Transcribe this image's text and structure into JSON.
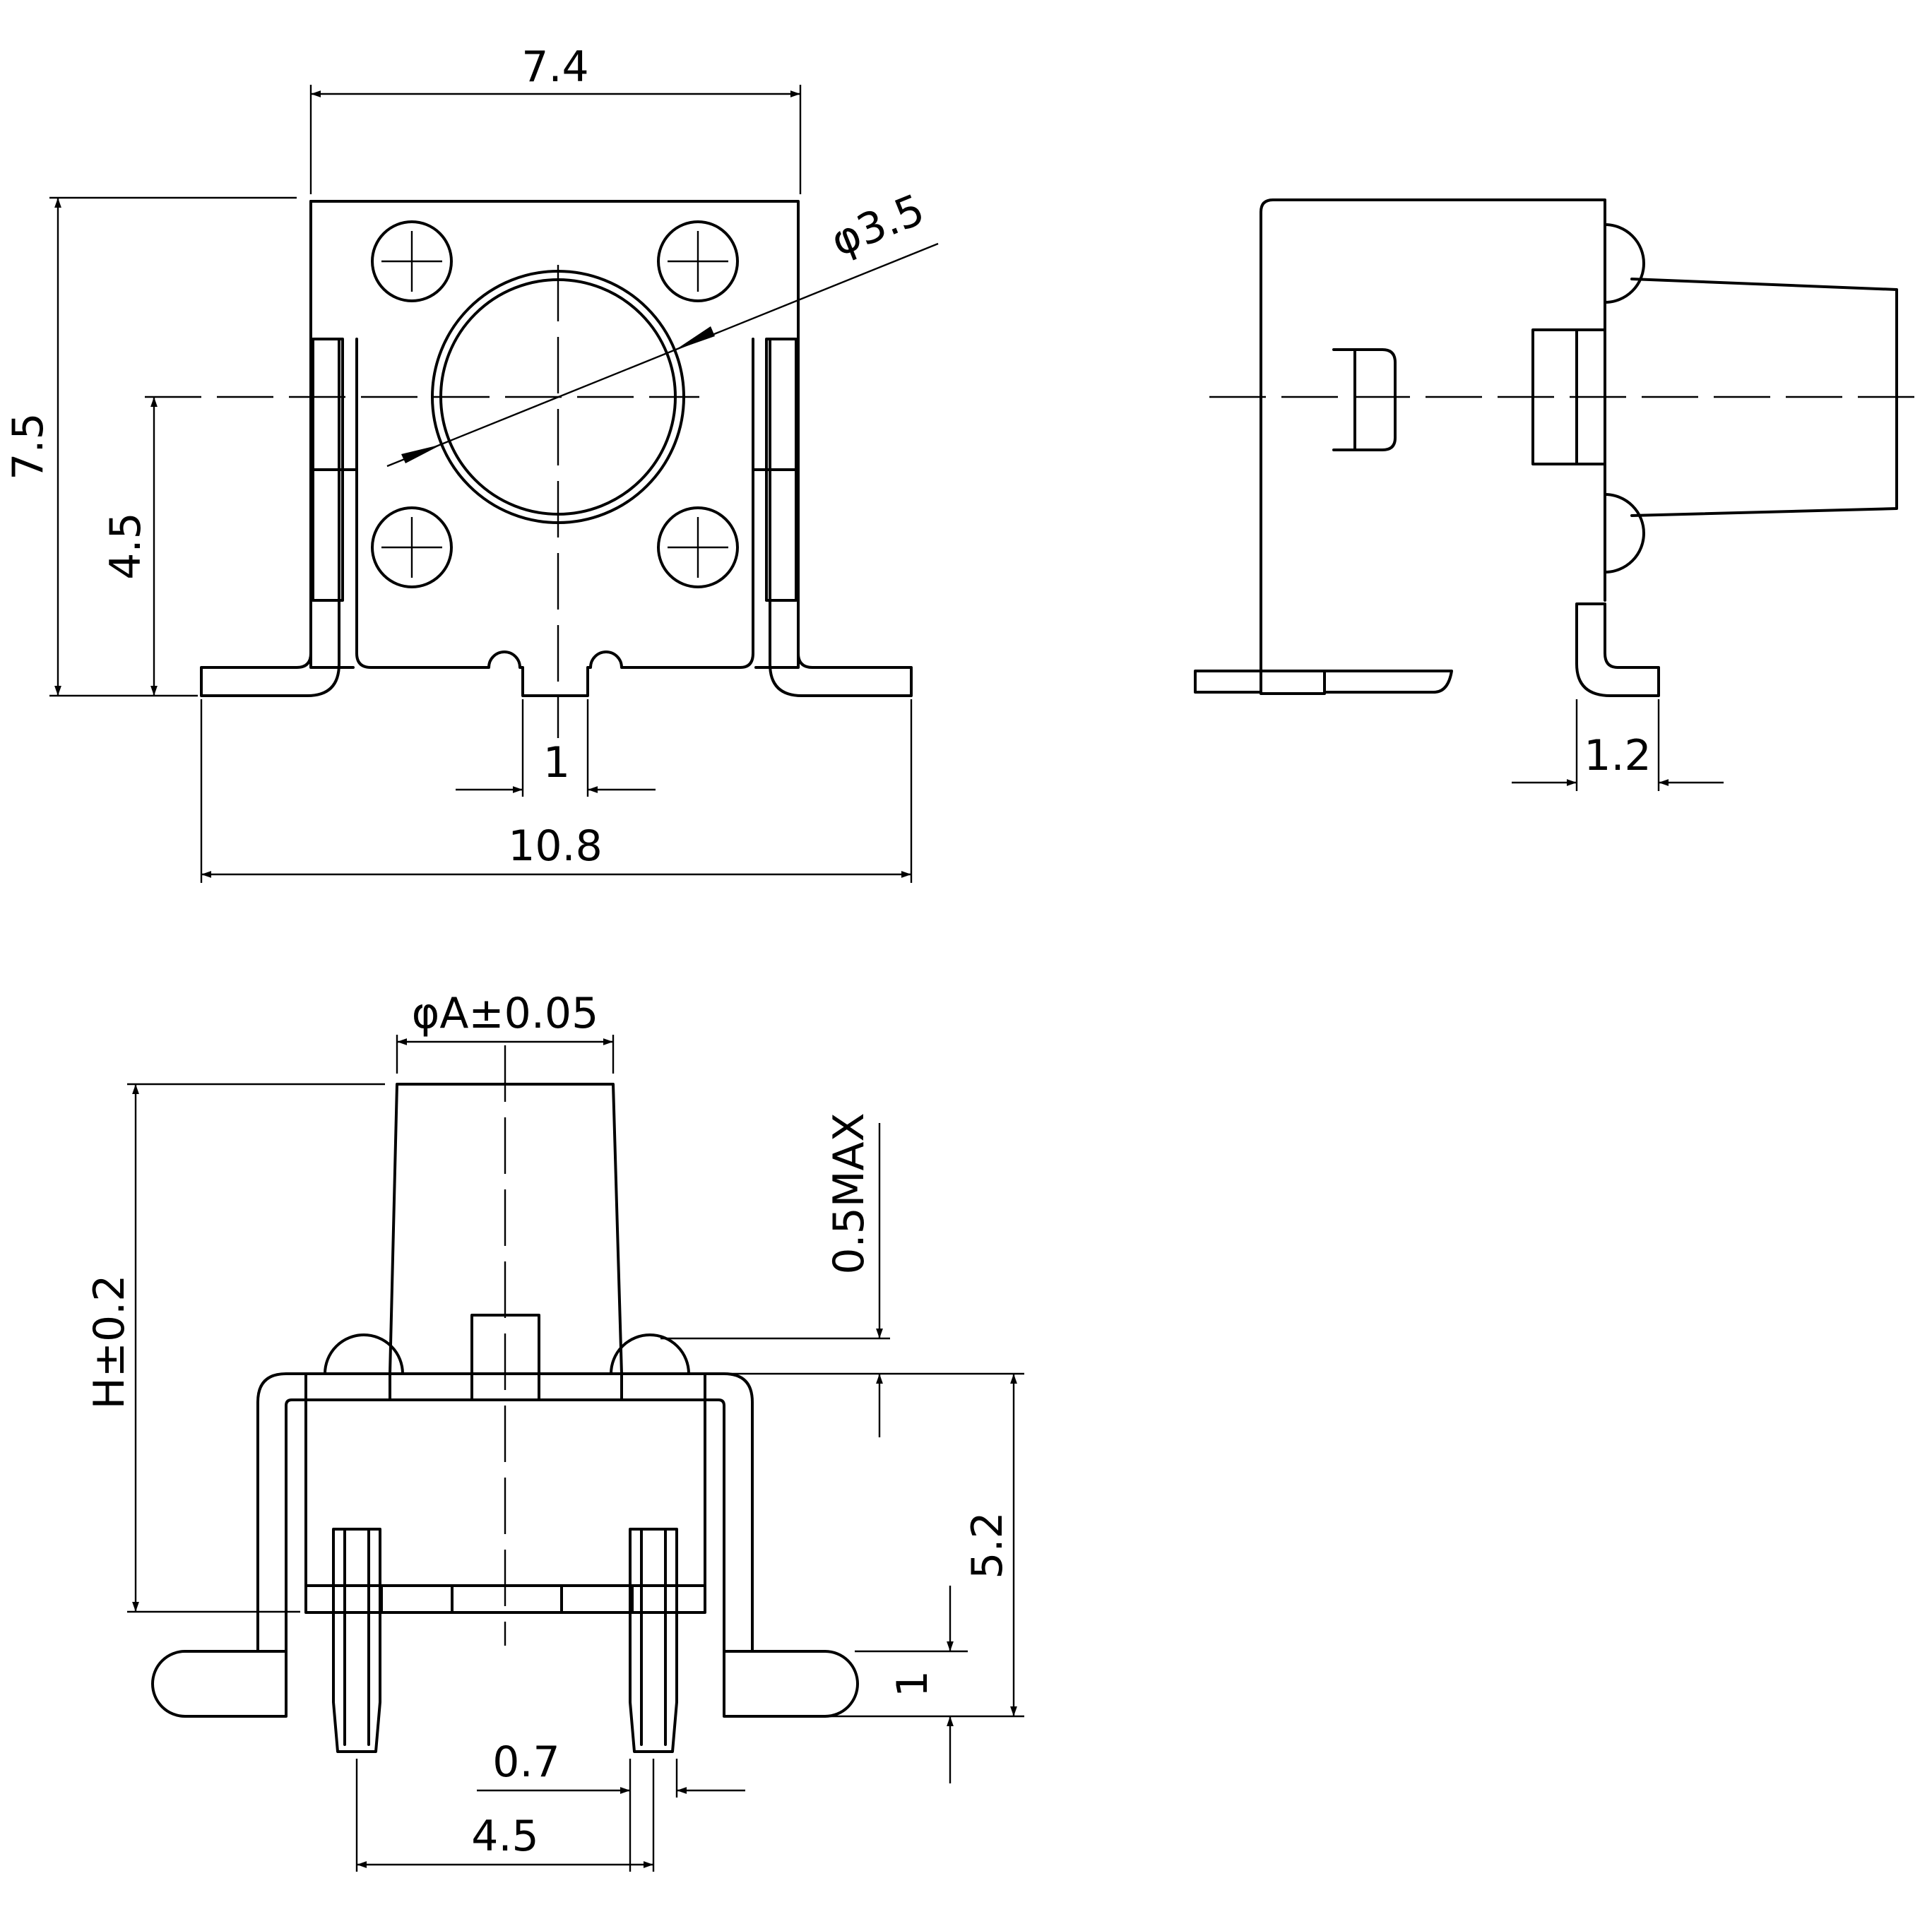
{
  "dimensions": {
    "top_width": "7.4",
    "height_overall": "7.5",
    "height_center": "4.5",
    "circle_dia": "φ3.5",
    "pin_width": "1",
    "total_width": "10.8",
    "side_lead": "1.2",
    "stem_dia": "φA±0.05",
    "height_total": "H±0.2",
    "max_protrusion": "0.5MAX",
    "body_height": "5.2",
    "tab_thickness": "1",
    "pin_thickness": "0.7",
    "pin_pitch": "4.5"
  }
}
